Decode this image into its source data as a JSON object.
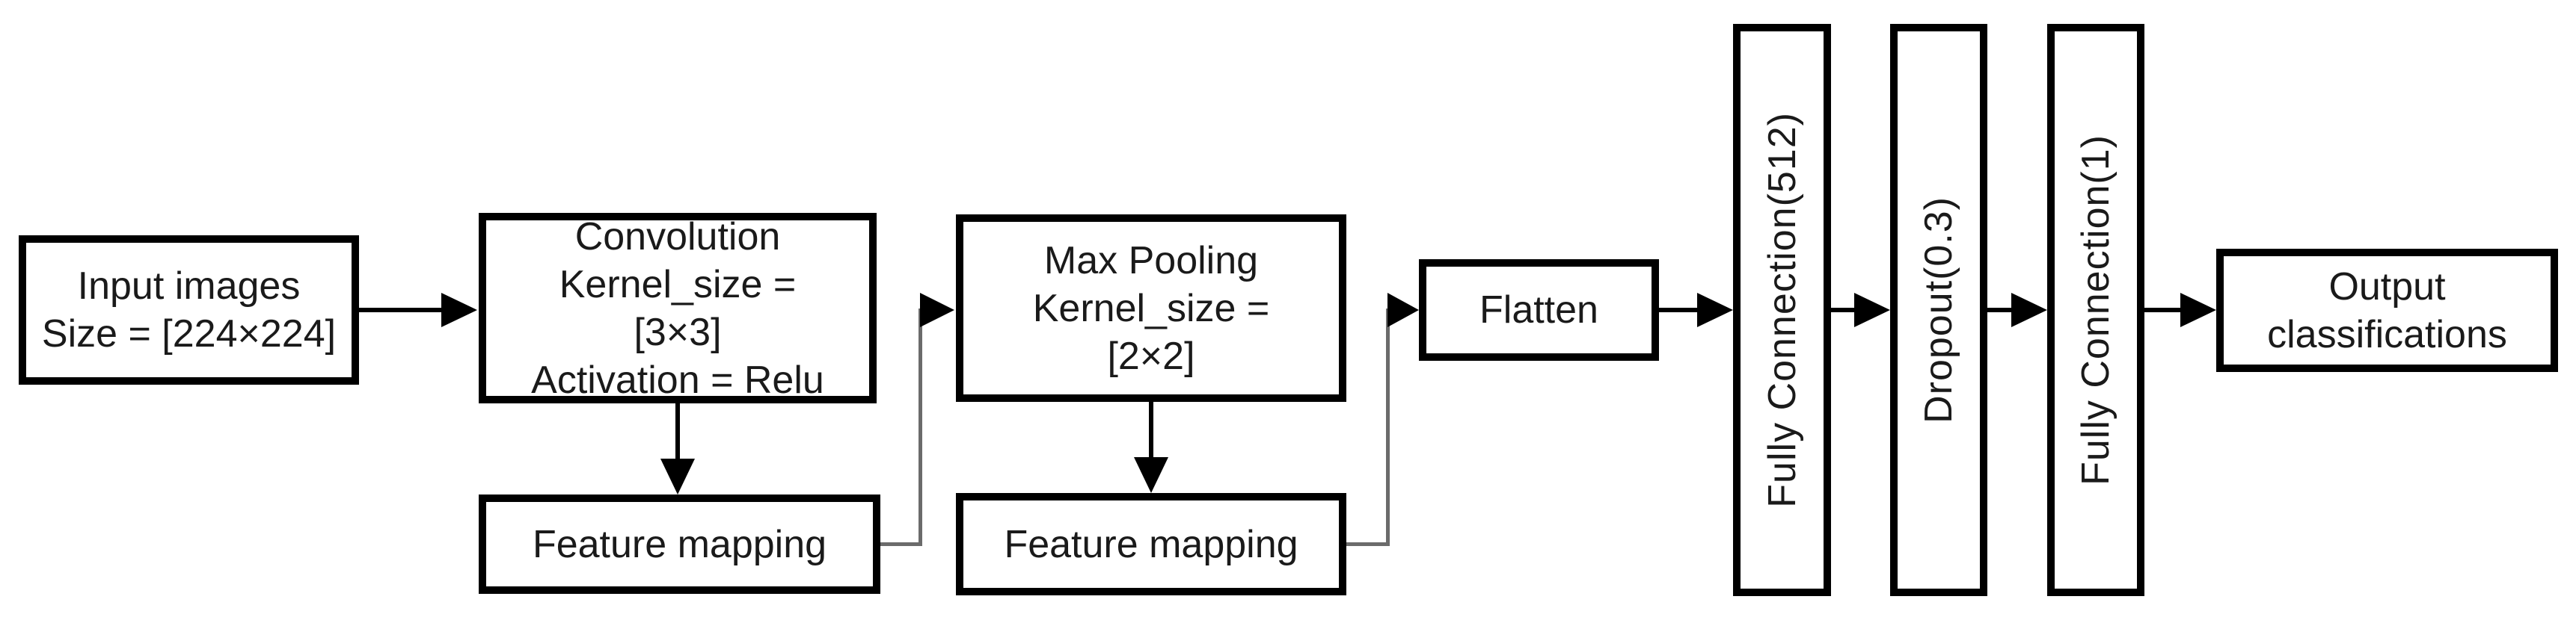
{
  "diagram": {
    "title_semantic": "CNN model architecture flow",
    "colors": {
      "background": "#ffffff",
      "box_border": "#000000",
      "text": "#1a1a1a",
      "connector_line": "#6b6b6b",
      "arrow": "#000000"
    },
    "nodes": {
      "input": {
        "label": "Input images\nSize = [224×224]"
      },
      "convolution": {
        "label": "Convolution\nKernel_size =\n[3×3]\nActivation = Relu"
      },
      "feature_mapping_1": {
        "label": "Feature mapping"
      },
      "max_pooling": {
        "label": "Max Pooling\nKernel_size =\n[2×2]"
      },
      "feature_mapping_2": {
        "label": "Feature mapping"
      },
      "flatten": {
        "label": "Flatten"
      },
      "fully_connection_512": {
        "label": "Fully Connection(512)"
      },
      "dropout": {
        "label": "Dropout(0.3)"
      },
      "fully_connection_1": {
        "label": "Fully Connection(1)"
      },
      "output": {
        "label": "Output\nclassifications"
      }
    },
    "edges": [
      {
        "from": "input",
        "to": "convolution"
      },
      {
        "from": "convolution",
        "to": "feature_mapping_1"
      },
      {
        "from": "feature_mapping_1",
        "to": "max_pooling"
      },
      {
        "from": "max_pooling",
        "to": "feature_mapping_2"
      },
      {
        "from": "feature_mapping_2",
        "to": "flatten"
      },
      {
        "from": "flatten",
        "to": "fully_connection_512"
      },
      {
        "from": "fully_connection_512",
        "to": "dropout"
      },
      {
        "from": "dropout",
        "to": "fully_connection_1"
      },
      {
        "from": "fully_connection_1",
        "to": "output"
      }
    ]
  }
}
